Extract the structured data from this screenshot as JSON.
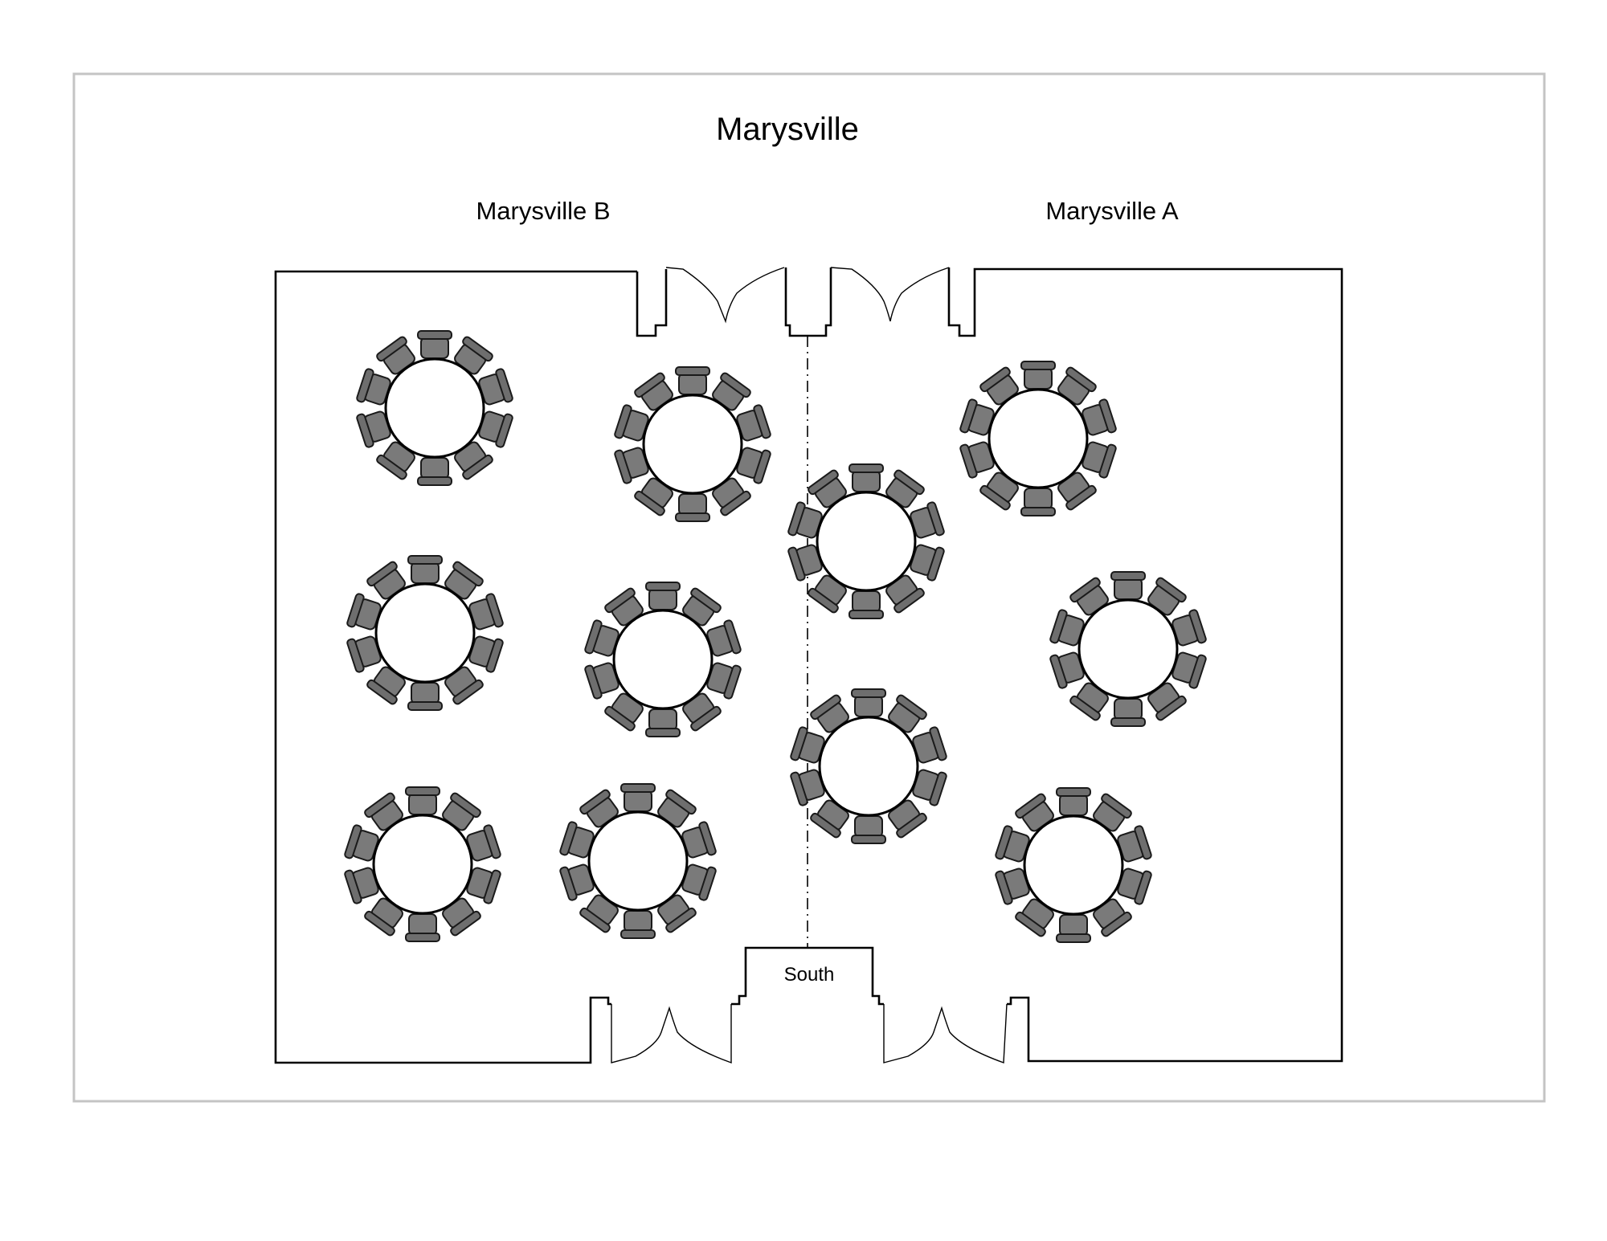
{
  "title": "Marysville",
  "rooms": {
    "left": "Marysville B",
    "right": "Marysville A"
  },
  "south_label": "South",
  "tables": {
    "count": 11,
    "chairs_per_table": 10
  },
  "colors": {
    "chair": "#6e6e6e",
    "frame": "#c4c4c4",
    "line": "#000000"
  }
}
